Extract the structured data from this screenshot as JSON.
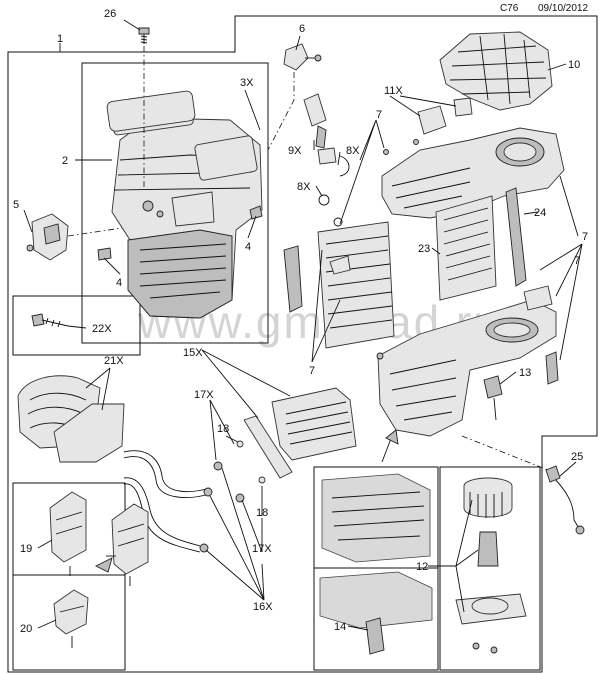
{
  "header": {
    "code": "C76",
    "date": "09/10/2012"
  },
  "watermark": "www.gmsklad.ru",
  "callouts": {
    "c1": "1",
    "c2": "2",
    "c3x": "3X",
    "c4a": "4",
    "c4b": "4",
    "c5": "5",
    "c6": "6",
    "c7a": "7",
    "c7b": "7",
    "c7c": "7",
    "c7d": "7",
    "c8x_a": "8X",
    "c8x_b": "8X",
    "c9x": "9X",
    "c10": "10",
    "c11x": "11X",
    "c12": "12",
    "c13": "13",
    "c14": "14",
    "c15x": "15X",
    "c16x": "16X",
    "c17x_a": "17X",
    "c17x_b": "17X",
    "c18a": "18",
    "c18b": "18",
    "c19": "19",
    "c20": "20",
    "c21x": "21X",
    "c22x": "22X",
    "c23": "23",
    "c24": "24",
    "c25": "25",
    "c26": "26"
  }
}
